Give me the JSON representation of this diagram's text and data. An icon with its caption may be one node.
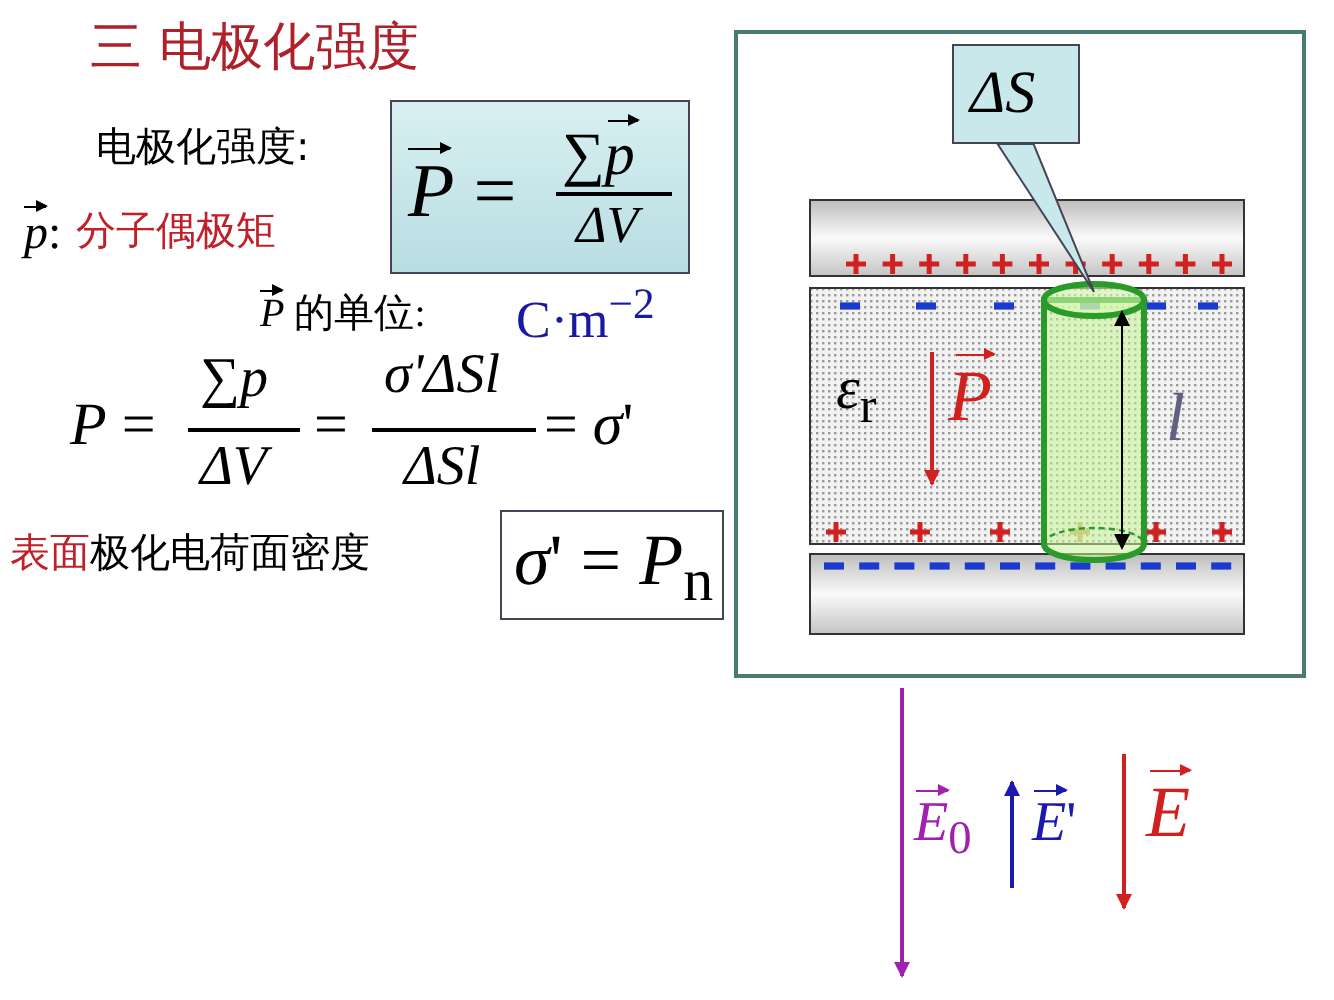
{
  "diagram": {
    "title": "三 电极化强度",
    "nodes": [
      {
        "text": [
          "*P* =",
          "∑*p*",
          "ΔV"
        ]
      },
      {
        "text": [
          "*σ*' = *P*$_{n}$"
        ]
      },
      {
        "text": [
          "ΔS"
        ]
      },
      {
        "text": [],
        "shape": "cylinder"
      }
    ],
    "edges": [
      {
        "from": 2,
        "to": 3,
        "arrow": "none"
      }
    ],
    "labels": [
      "电极化强度:",
      "*p*:",
      "分子偶极矩",
      "*P* 的单位:",
      "C·m$^{−2}$",
      "*P* =",
      "∑*p*",
      "ΔV",
      "=",
      "σ'ΔSl",
      "ΔSl",
      "= *σ*'",
      "表面",
      "极化电荷面密度",
      "*ε*$_{r}$",
      "P",
      "l",
      "*E*$_{0}$",
      "*E*'",
      "E"
    ]
  }
}
